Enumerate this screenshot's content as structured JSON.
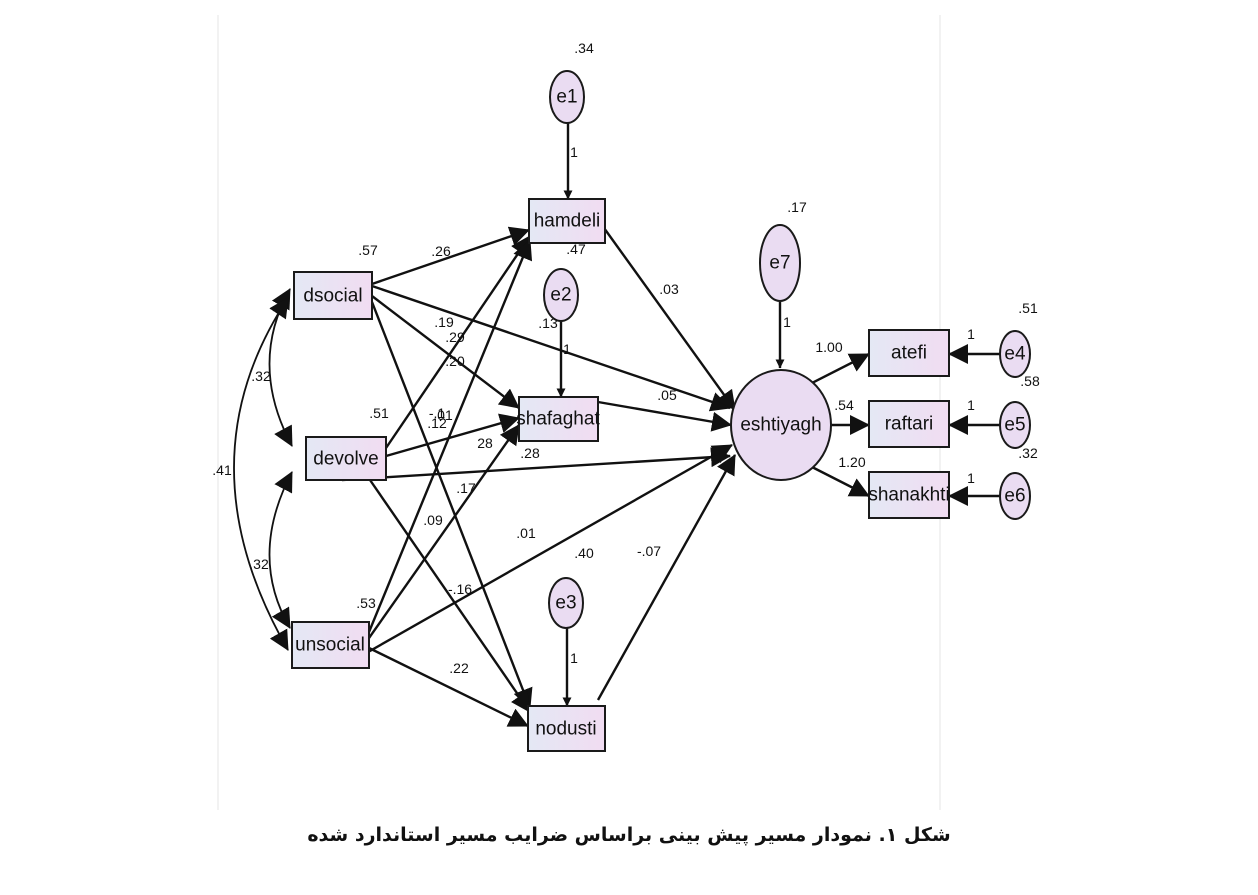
{
  "caption": "شکل ۱. نمودار مسیر پیش بینی براساس ضرایب مسیر استاندارد شده",
  "nodes": {
    "dsocial": "dsocial",
    "devolve": "devolve",
    "unsocial": "unsocial",
    "hamdeli": "hamdeli",
    "shafaghat": "shafaghat",
    "nodusti": "nodusti",
    "eshtiyagh": "eshtiyagh",
    "atefi": "atefi",
    "raftari": "raftari",
    "shanakhti": "shanakhti",
    "e1": "e1",
    "e2": "e2",
    "e3": "e3",
    "e4": "e4",
    "e5": "e5",
    "e6": "e6",
    "e7": "e7"
  },
  "labels": {
    "e1_var": ".34",
    "e1_path": "1",
    "e2_var": ".47",
    "e2_path": "1",
    "e3_var": ".40",
    "e3_path": "1",
    "e7_var": ".17",
    "e7_path": "1",
    "e4_var": ".51",
    "e4_path": "1",
    "e5_var": ".58",
    "e5_path": "1",
    "e6_var": ".32",
    "e6_path": "1",
    "dsocial_r2": ".57",
    "devolve_r2": ".51",
    "unsocial_r2": ".53",
    "cov_ds_dv": ".32",
    "cov_dv_un": ".32",
    "cov_ds_un": ".41",
    "p_ds_ham": ".26",
    "p_ds_shaf": ".19",
    "p_ds_esh": ".13",
    "p_ds_nod": ".12",
    "p_dv_ham": ".29",
    "p_dv_shaf": ".01",
    "p_dv_esh": ".28",
    "p_dv_nod": ".09",
    "p_un_ham": ".20",
    "p_un_shaf": ".17",
    "p_un_esh": ".01",
    "p_un_nod": ".22",
    "p_un_extra": "-.16",
    "p_dv_extra": "-.1",
    "p_dv_28b": "28",
    "p_ham_esh": ".03",
    "p_shaf_esh": ".05",
    "p_nod_esh": "-.07",
    "p_esh_atefi": "1.00",
    "p_esh_raftari": ".54",
    "p_esh_shanakhti": "1.20"
  }
}
